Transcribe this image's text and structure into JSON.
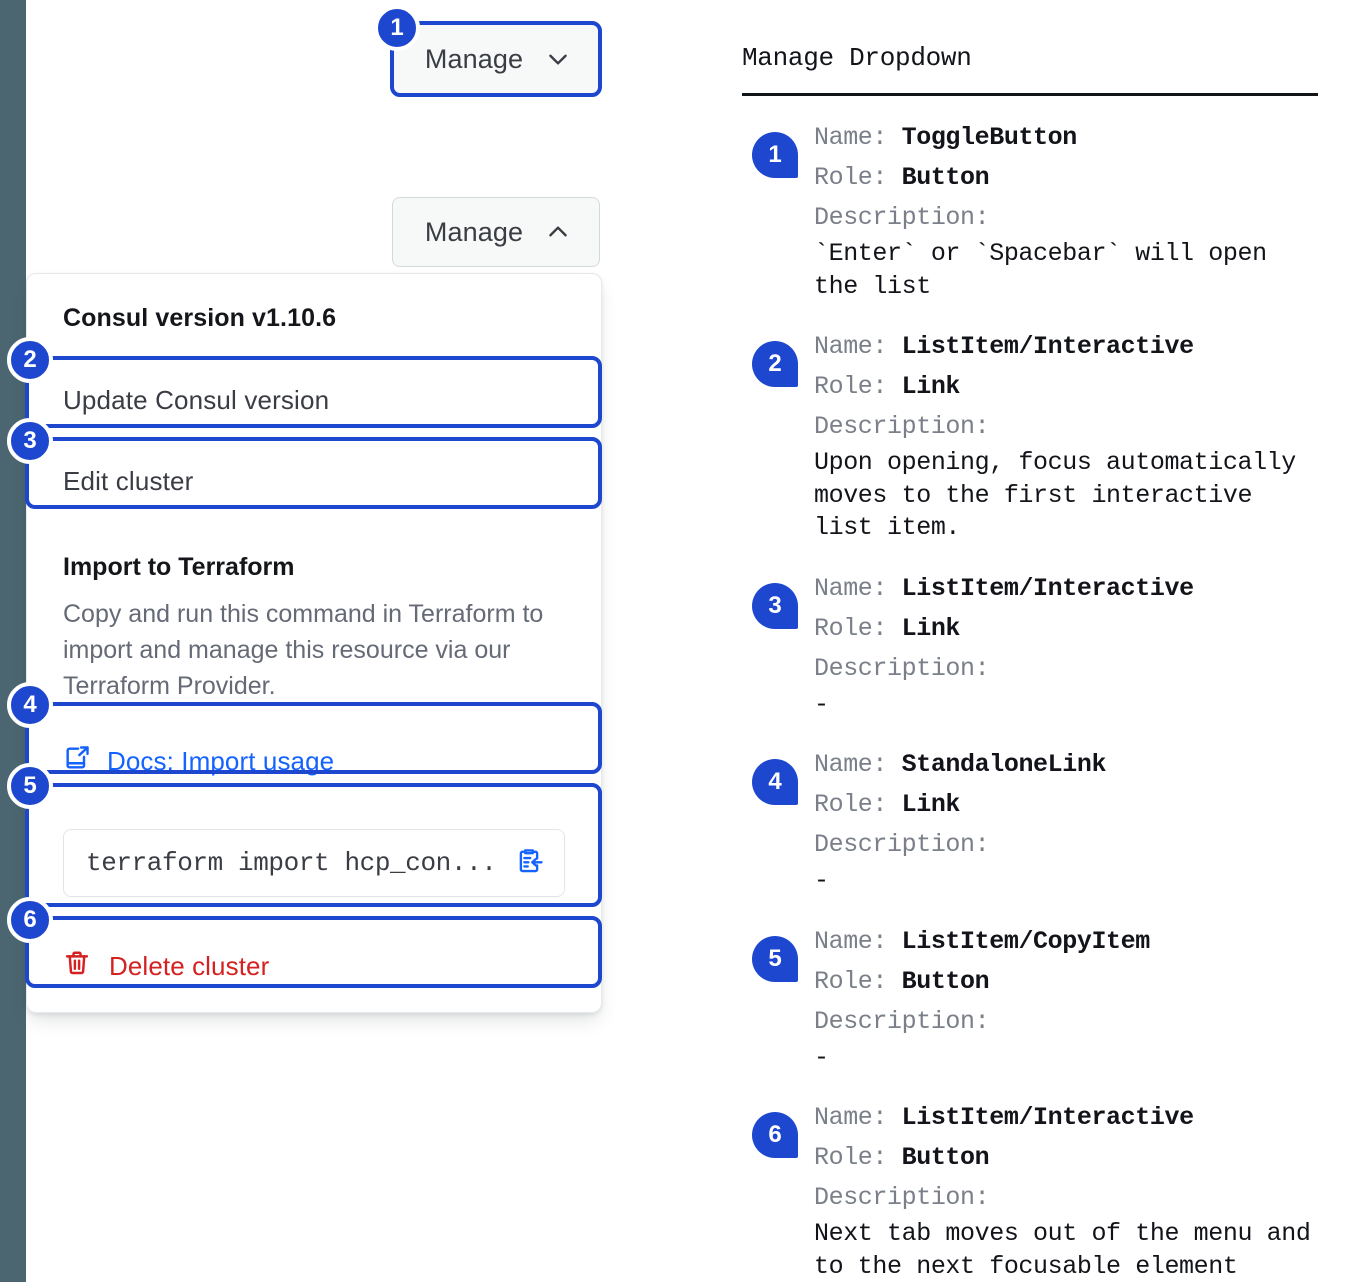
{
  "rail": {
    "color": "#4b6670"
  },
  "accent": {
    "blue": "#1d47cf",
    "link": "#1563ff",
    "danger": "#d42222"
  },
  "left": {
    "toggle_closed": {
      "label": "Manage",
      "icon": "chevron-down-icon"
    },
    "toggle_open": {
      "label": "Manage",
      "icon": "chevron-up-icon"
    },
    "dropdown": {
      "version_header": "Consul version v1.10.6",
      "update_item": "Update Consul version",
      "edit_item": "Edit cluster",
      "terraform_title": "Import to Terraform",
      "terraform_body": "Copy and run this command in Terraform to import and manage this resource via our Terraform Provider.",
      "docs_link": "Docs: Import usage",
      "docs_icon": "docs-external-link-icon",
      "copy_command": "terraform import hcp_con...",
      "copy_icon": "clipboard-copy-icon",
      "delete_item": "Delete cluster",
      "delete_icon": "trash-icon"
    },
    "badges": [
      "1",
      "2",
      "3",
      "4",
      "5",
      "6"
    ]
  },
  "legend": {
    "title": "Manage Dropdown",
    "labels": {
      "name": "Name:",
      "role": "Role:",
      "description": "Description:"
    },
    "items": [
      {
        "num": "1",
        "name": "ToggleButton",
        "role": "Button",
        "description": "`Enter` or `Spacebar` will open\nthe list"
      },
      {
        "num": "2",
        "name": "ListItem/Interactive",
        "role": "Link",
        "description": "Upon opening, focus automatically\nmoves to the first interactive\nlist item."
      },
      {
        "num": "3",
        "name": "ListItem/Interactive",
        "role": "Link",
        "description": "-"
      },
      {
        "num": "4",
        "name": "StandaloneLink",
        "role": "Link",
        "description": "-"
      },
      {
        "num": "5",
        "name": "ListItem/CopyItem",
        "role": "Button",
        "description": "-"
      },
      {
        "num": "6",
        "name": "ListItem/Interactive",
        "role": "Button",
        "description": "Next tab moves out of the menu and\nto the next focusable element"
      }
    ]
  }
}
